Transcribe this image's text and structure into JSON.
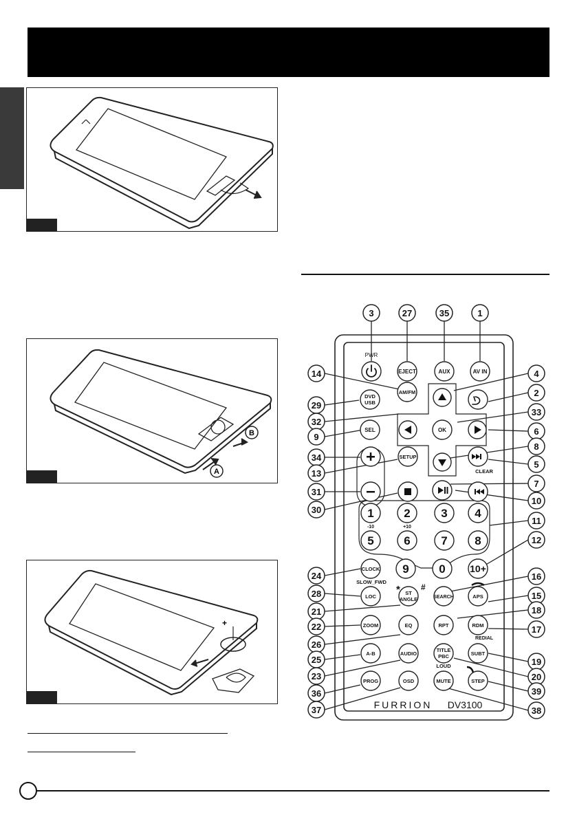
{
  "remote": {
    "pwr_label": "PWR",
    "brand": "FURRION",
    "model": "DV3100",
    "buttons": {
      "eject": "EJECT",
      "aux": "AUX",
      "avin": "AV IN",
      "amfm": "AM/FM",
      "dvd1": "DVD",
      "dvd2": "USB",
      "sel": "SEL",
      "ok": "OK",
      "setup": "SETUP",
      "clear": "CLEAR",
      "n1": "1",
      "n2": "2",
      "n3": "3",
      "n4": "4",
      "n5": "5",
      "n6": "6",
      "n7": "7",
      "n8": "8",
      "n9": "9",
      "n0": "0",
      "n10": "10+",
      "minus10": "-10",
      "plus10": "+10",
      "clock": "CLOCK",
      "slowfwd": "SLOW_FWD",
      "loc": "LOC",
      "st1": "ST",
      "st2": "ANGLE",
      "search": "SEARCH",
      "aps": "APS",
      "zoom": "ZOOM",
      "eq": "EQ",
      "rpt": "RPT",
      "rdm": "RDM",
      "redial": "REDIAL",
      "ab": "A-B",
      "audio": "AUDIO",
      "title1": "TITLE",
      "title2": "PBC",
      "subt": "SUBT",
      "loud": "LOUD",
      "prog": "PROG",
      "osd": "OSD",
      "mute": "MUTE",
      "step": "STEP",
      "star": "*",
      "hash": "#"
    },
    "callouts": {
      "c1": "1",
      "c2": "2",
      "c3": "3",
      "c4": "4",
      "c5": "5",
      "c6": "6",
      "c7": "7",
      "c8": "8",
      "c9": "9",
      "c10": "10",
      "c11": "11",
      "c12": "12",
      "c13": "13",
      "c14": "14",
      "c15": "15",
      "c16": "16",
      "c17": "17",
      "c18": "18",
      "c19": "19",
      "c20": "20",
      "c21": "21",
      "c22": "22",
      "c23": "23",
      "c24": "24",
      "c25": "25",
      "c26": "26",
      "c27": "27",
      "c28": "28",
      "c29": "29",
      "c30": "30",
      "c31": "31",
      "c32": "32",
      "c33": "33",
      "c34": "34",
      "c35": "35",
      "c36": "36",
      "c37": "37",
      "c38": "38",
      "c39": "39"
    }
  },
  "figure2": {
    "label_a": "A",
    "label_b": "B"
  },
  "figure3": {
    "plus_sign": "+"
  }
}
